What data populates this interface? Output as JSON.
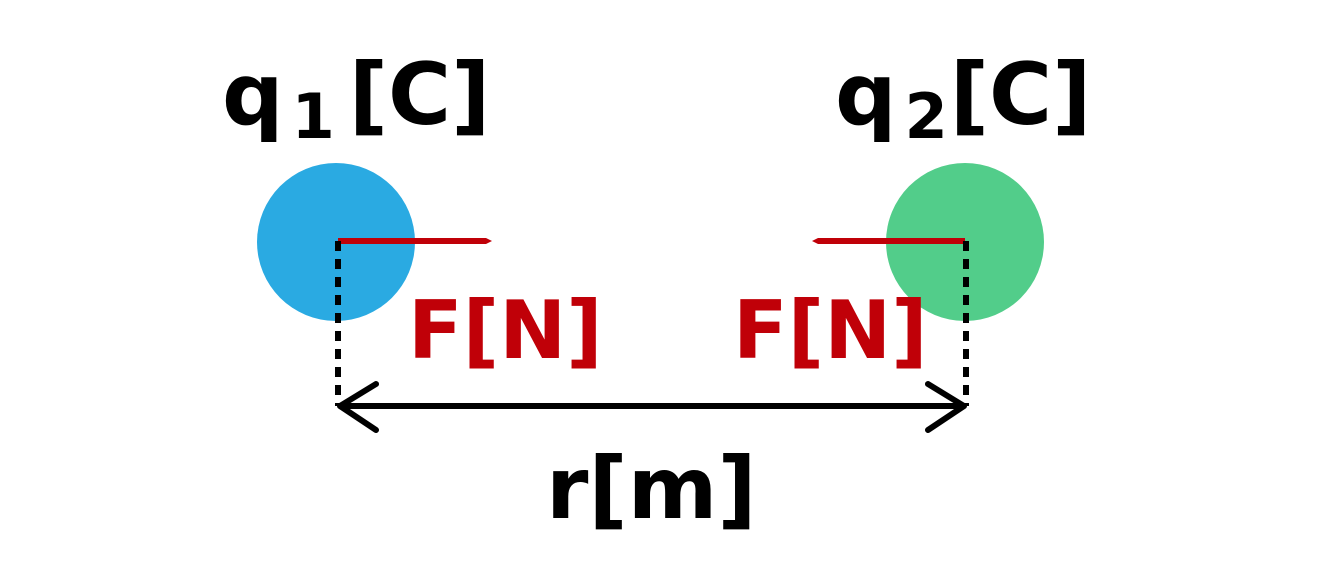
{
  "charges": [
    {
      "symbol": "q",
      "subscript": "1",
      "unit": "[C]",
      "color": "#2aaae2"
    },
    {
      "symbol": "q",
      "subscript": "2",
      "unit": "[C]",
      "color": "#52cd8a"
    }
  ],
  "forces": [
    {
      "label": "F[N]"
    },
    {
      "label": "F[N]"
    }
  ],
  "distance": {
    "label": "r[m]"
  },
  "colors": {
    "force": "#c00008",
    "text": "#000000",
    "background": "#ffffff"
  }
}
